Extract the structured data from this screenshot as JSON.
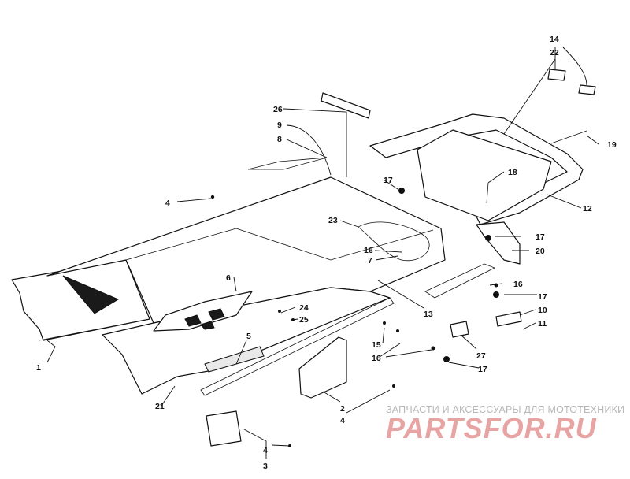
{
  "callouts": [
    {
      "num": "1"
    },
    {
      "num": "2"
    },
    {
      "num": "3"
    },
    {
      "num": "4"
    },
    {
      "num": "4"
    },
    {
      "num": "4"
    },
    {
      "num": "5"
    },
    {
      "num": "6"
    },
    {
      "num": "7"
    },
    {
      "num": "8"
    },
    {
      "num": "9"
    },
    {
      "num": "10"
    },
    {
      "num": "11"
    },
    {
      "num": "12"
    },
    {
      "num": "13"
    },
    {
      "num": "14"
    },
    {
      "num": "15"
    },
    {
      "num": "16"
    },
    {
      "num": "16"
    },
    {
      "num": "16"
    },
    {
      "num": "17"
    },
    {
      "num": "17"
    },
    {
      "num": "17"
    },
    {
      "num": "17"
    },
    {
      "num": "18"
    },
    {
      "num": "19"
    },
    {
      "num": "20"
    },
    {
      "num": "21"
    },
    {
      "num": "22"
    },
    {
      "num": "23"
    },
    {
      "num": "24"
    },
    {
      "num": "25"
    },
    {
      "num": "26"
    },
    {
      "num": "27"
    }
  ],
  "watermark": {
    "tagline": "ЗАПЧАСТИ И АКСЕССУАРЫ ДЛЯ МОТОТЕХНИКИ",
    "logo_text": "PARTSFOR.RU",
    "color": "#e8a3a3",
    "tagline_color": "#b8b8b8"
  }
}
